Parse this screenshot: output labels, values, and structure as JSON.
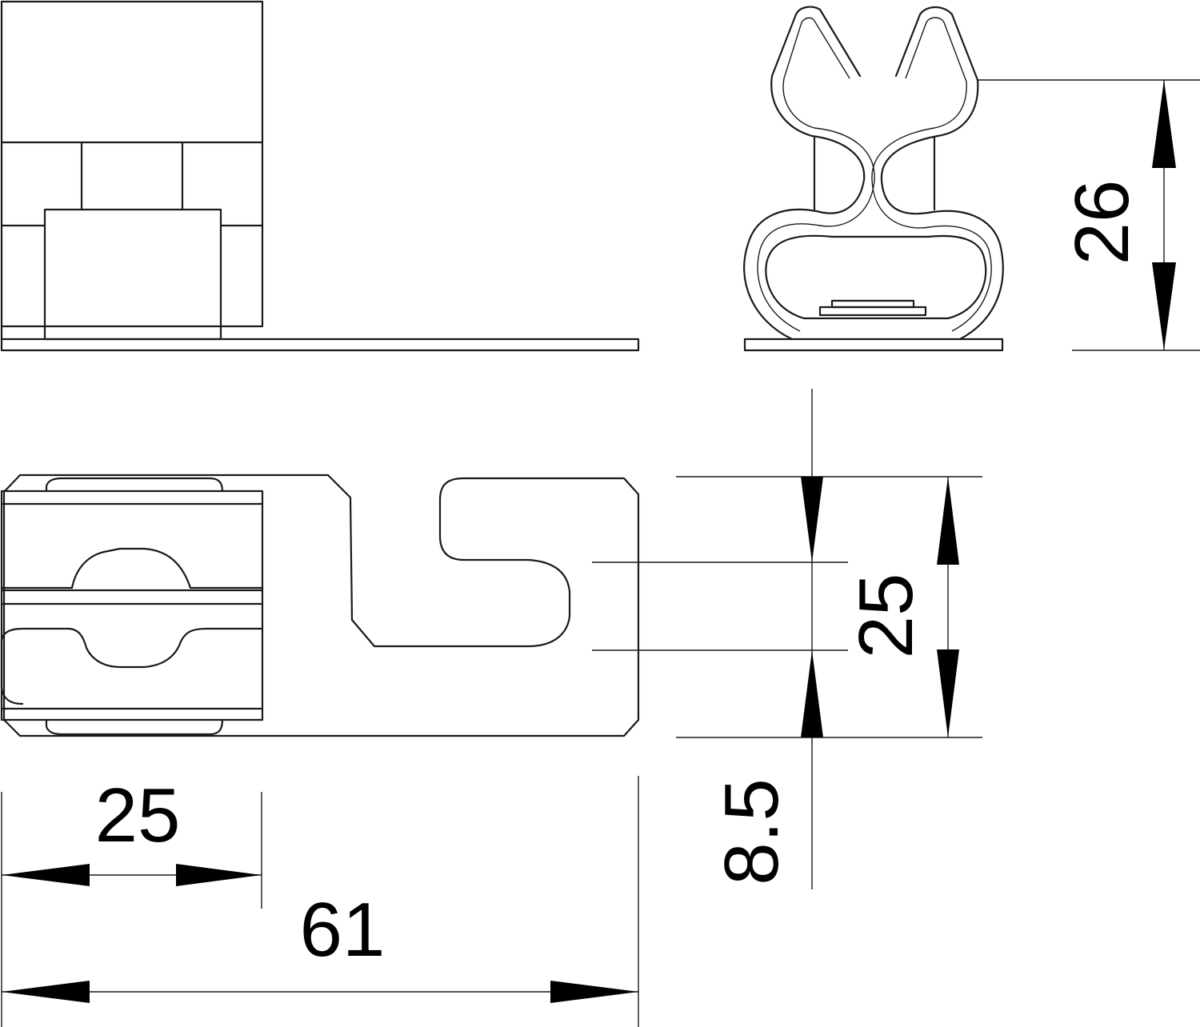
{
  "colors": {
    "line": "#1a1a1a",
    "background": "#ffffff"
  },
  "dimensions": {
    "side_height": "26",
    "slot_width": "25",
    "edge_offset": "8.5",
    "clamp_length": "25",
    "total_length": "61"
  }
}
